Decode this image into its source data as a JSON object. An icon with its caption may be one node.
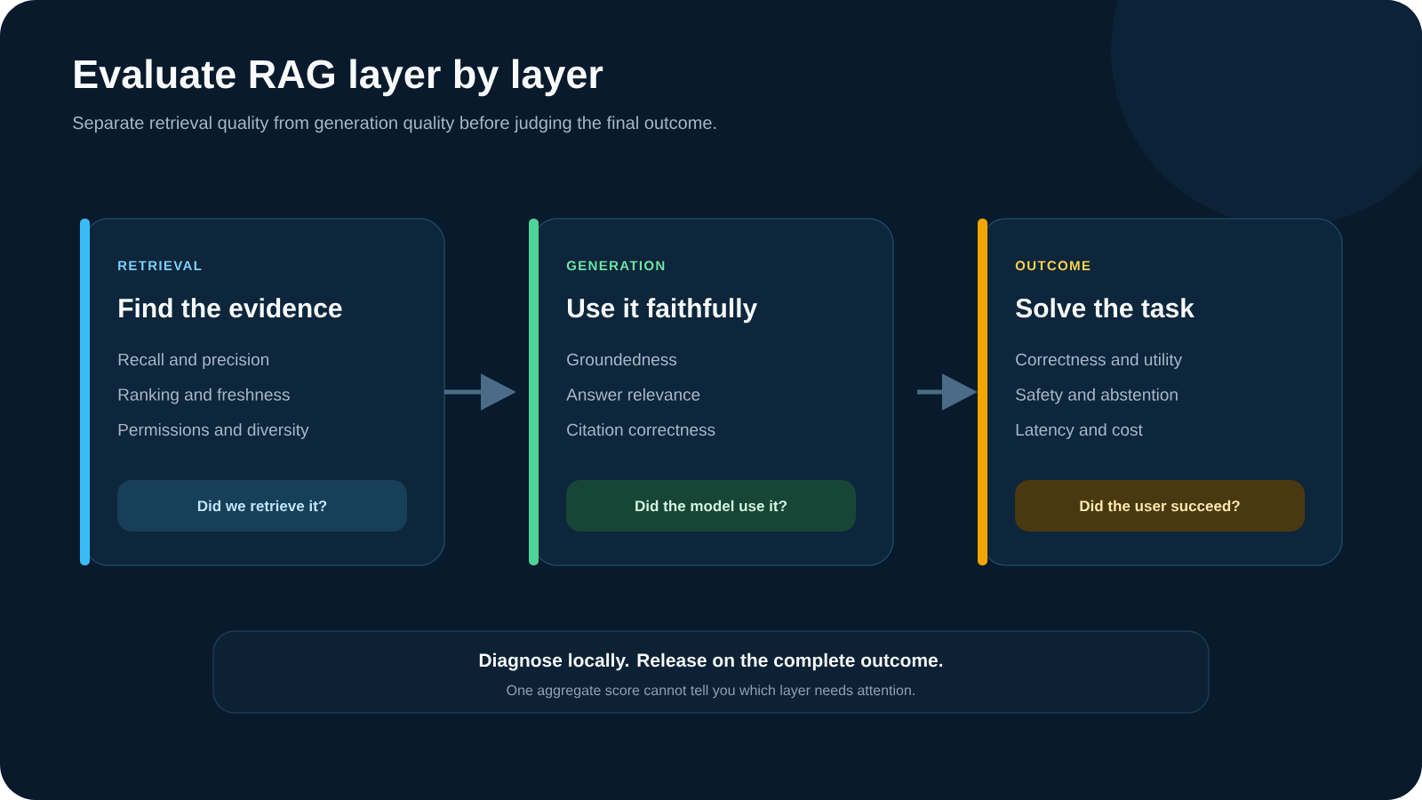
{
  "diagram": {
    "title": "Evaluate RAG layer by layer",
    "nodes": [
      {
        "text": [
          "RETRIEVAL",
          "Find the evidence",
          "Recall and precision",
          "Ranking and freshness",
          "Permissions and diversity"
        ]
      },
      {
        "text": [
          "Did we retrieve it?"
        ],
        "in": 0
      },
      {
        "text": [
          "GENERATION",
          "Use it faithfully",
          "Groundedness",
          "Answer relevance",
          "Citation correctness"
        ]
      },
      {
        "text": [
          "Did the model use it?"
        ],
        "in": 2
      },
      {
        "text": [
          "OUTCOME",
          "Solve the task",
          "Correctness and utility",
          "Safety and abstention",
          "Latency and cost"
        ]
      },
      {
        "text": [
          "Did the user succeed?"
        ],
        "in": 4
      },
      {
        "text": [
          "Diagnose locally. Release on the complete outcome.",
          "One aggregate score cannot tell you which layer needs attention."
        ]
      }
    ],
    "edges": [
      {
        "from": 0,
        "to": 2,
        "arrow": "to"
      },
      {
        "from": 2,
        "to": 4,
        "arrow": "to"
      }
    ],
    "labels": [
      "Separate retrieval quality from generation quality before judging the final outcome."
    ]
  }
}
